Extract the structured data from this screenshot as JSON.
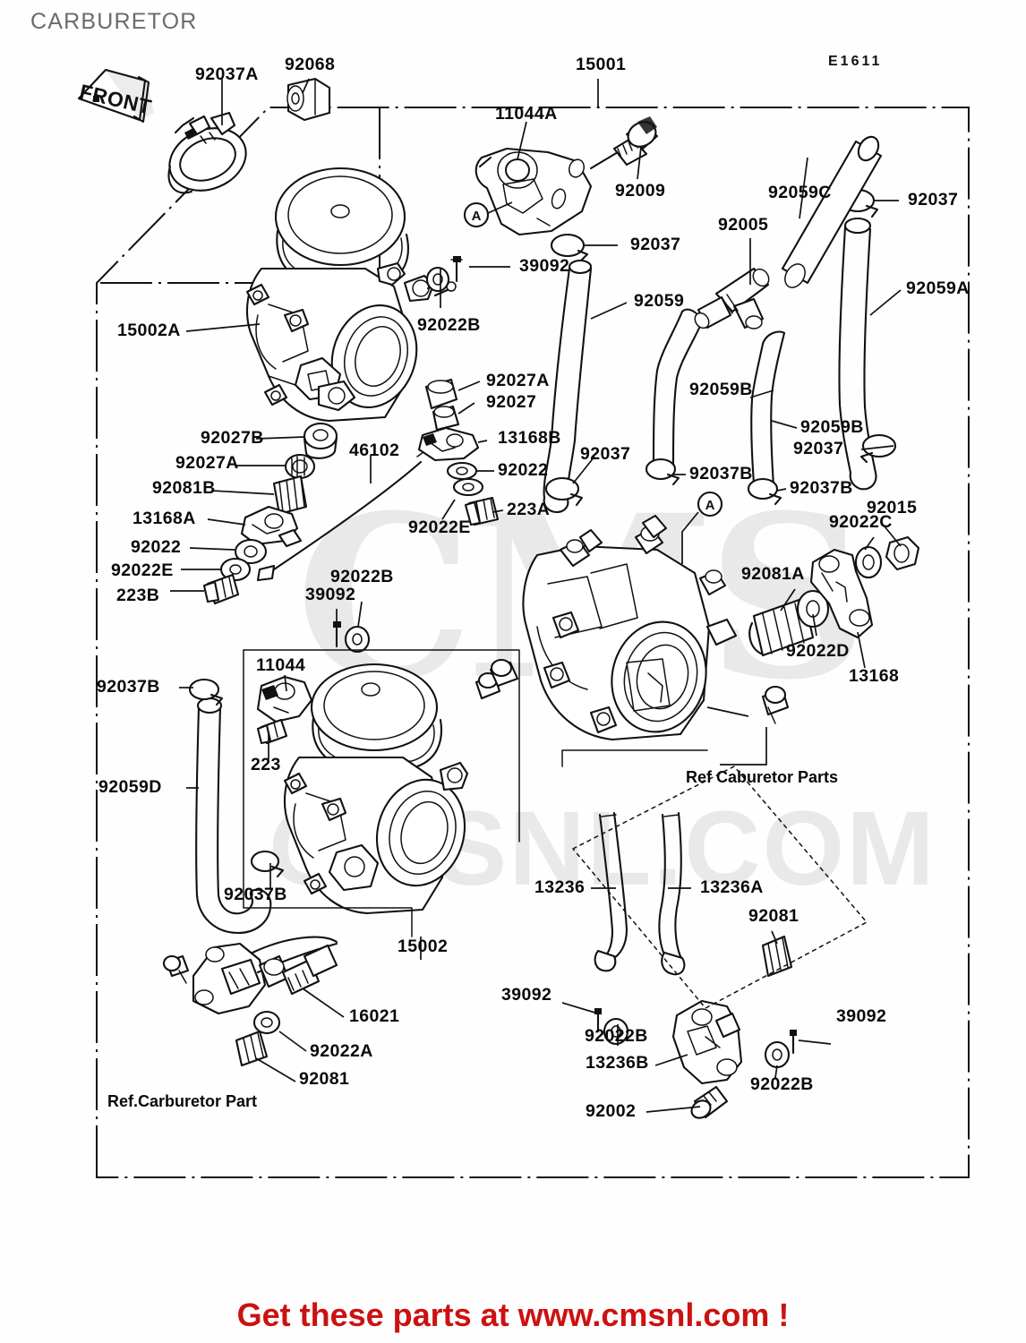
{
  "document": {
    "title": "CARBURETOR",
    "sheet_code": "E1611",
    "footer": "Get these parts at www.cmsnl.com !",
    "watermark_primary": "CMS",
    "watermark_secondary": "CMSNL.COM",
    "front_marker": "FRONT",
    "section_marker": "A"
  },
  "notes": [
    {
      "id": "ref_carburetor_parts",
      "text": "Ref Caburetor Parts"
    },
    {
      "id": "ref_carburetor_part",
      "text": "Ref.Carburetor Part"
    }
  ],
  "callouts": [
    {
      "id": "c01",
      "ref": "92037A"
    },
    {
      "id": "c02",
      "ref": "92068"
    },
    {
      "id": "c03",
      "ref": "15001"
    },
    {
      "id": "c04",
      "ref": "11044A"
    },
    {
      "id": "c05",
      "ref": "92009"
    },
    {
      "id": "c06",
      "ref": "92037"
    },
    {
      "id": "c07",
      "ref": "92059C"
    },
    {
      "id": "c08",
      "ref": "92037"
    },
    {
      "id": "c09",
      "ref": "92005"
    },
    {
      "id": "c10",
      "ref": "92059A"
    },
    {
      "id": "c11",
      "ref": "39092"
    },
    {
      "id": "c12",
      "ref": "92059"
    },
    {
      "id": "c13",
      "ref": "15002A"
    },
    {
      "id": "c14",
      "ref": "92022B"
    },
    {
      "id": "c15",
      "ref": "92027A"
    },
    {
      "id": "c16",
      "ref": "92027"
    },
    {
      "id": "c17",
      "ref": "92059B"
    },
    {
      "id": "c18",
      "ref": "92059B"
    },
    {
      "id": "c19",
      "ref": "92037"
    },
    {
      "id": "c20",
      "ref": "92027B"
    },
    {
      "id": "c21",
      "ref": "46102"
    },
    {
      "id": "c22",
      "ref": "13168B"
    },
    {
      "id": "c23",
      "ref": "92037"
    },
    {
      "id": "c24",
      "ref": "92027A"
    },
    {
      "id": "c25",
      "ref": "92022"
    },
    {
      "id": "c26",
      "ref": "92081B"
    },
    {
      "id": "c27",
      "ref": "92037B"
    },
    {
      "id": "c28",
      "ref": "92037B"
    },
    {
      "id": "c29",
      "ref": "13168A"
    },
    {
      "id": "c30",
      "ref": "223A"
    },
    {
      "id": "c31",
      "ref": "92015"
    },
    {
      "id": "c32",
      "ref": "92022"
    },
    {
      "id": "c33",
      "ref": "92022E"
    },
    {
      "id": "c34",
      "ref": "92022C"
    },
    {
      "id": "c35",
      "ref": "92022E"
    },
    {
      "id": "c36",
      "ref": "92081A"
    },
    {
      "id": "c37",
      "ref": "223B"
    },
    {
      "id": "c38",
      "ref": "92022B"
    },
    {
      "id": "c39",
      "ref": "39092"
    },
    {
      "id": "c40",
      "ref": "92022D"
    },
    {
      "id": "c41",
      "ref": "13168"
    },
    {
      "id": "c42",
      "ref": "11044"
    },
    {
      "id": "c43",
      "ref": "92037B"
    },
    {
      "id": "c44",
      "ref": "223"
    },
    {
      "id": "c45",
      "ref": "92059D"
    },
    {
      "id": "c46",
      "ref": "13236"
    },
    {
      "id": "c47",
      "ref": "13236A"
    },
    {
      "id": "c48",
      "ref": "92037B"
    },
    {
      "id": "c49",
      "ref": "15002"
    },
    {
      "id": "c50",
      "ref": "92081"
    },
    {
      "id": "c51",
      "ref": "16021"
    },
    {
      "id": "c52",
      "ref": "39092"
    },
    {
      "id": "c53",
      "ref": "39092"
    },
    {
      "id": "c54",
      "ref": "92022A"
    },
    {
      "id": "c55",
      "ref": "92022B"
    },
    {
      "id": "c56",
      "ref": "13236B"
    },
    {
      "id": "c57",
      "ref": "92022B"
    },
    {
      "id": "c58",
      "ref": "92081"
    },
    {
      "id": "c59",
      "ref": "92002"
    }
  ],
  "colors": {
    "ink": "#0a0a0a",
    "title": "#6b6b6b",
    "footer": "#cc1111",
    "watermark": "#e9e9e9",
    "paper": "#fefefe"
  }
}
